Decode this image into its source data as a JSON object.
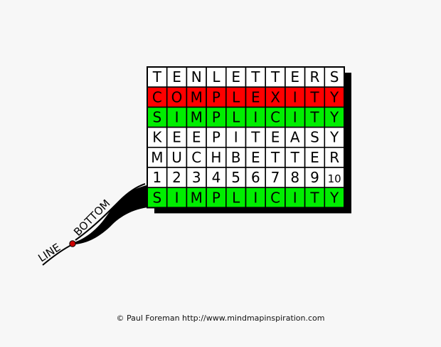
{
  "grid": {
    "rows": [
      {
        "cells": [
          "T",
          "E",
          "N",
          "L",
          "E",
          "T",
          "T",
          "E",
          "R",
          "S"
        ],
        "color": "#ffffff"
      },
      {
        "cells": [
          "C",
          "O",
          "M",
          "P",
          "L",
          "E",
          "X",
          "I",
          "T",
          "Y"
        ],
        "color": "#ff0000"
      },
      {
        "cells": [
          "S",
          "I",
          "M",
          "P",
          "L",
          "I",
          "C",
          "I",
          "T",
          "Y"
        ],
        "color": "#00ee00"
      },
      {
        "cells": [
          "K",
          "E",
          "E",
          "P",
          "I",
          "T",
          "E",
          "A",
          "S",
          "Y"
        ],
        "color": "#ffffff"
      },
      {
        "cells": [
          "M",
          "U",
          "C",
          "H",
          "B",
          "E",
          "T",
          "T",
          "E",
          "R"
        ],
        "color": "#ffffff"
      },
      {
        "cells": [
          "1",
          "2",
          "3",
          "4",
          "5",
          "6",
          "7",
          "8",
          "9",
          "10"
        ],
        "color": "#ffffff"
      },
      {
        "cells": [
          "S",
          "I",
          "M",
          "P",
          "L",
          "I",
          "C",
          "I",
          "T",
          "Y"
        ],
        "color": "#00ee00"
      }
    ],
    "shadow_color": "#000000",
    "border_color": "#000000"
  },
  "branch": {
    "word_1": "LINE",
    "word_2": "BOTTOM",
    "node_color": "#cc0000",
    "fill_color": "#000000"
  },
  "footer": {
    "text": "© Paul Foreman http://www.mindmapinspiration.com"
  }
}
